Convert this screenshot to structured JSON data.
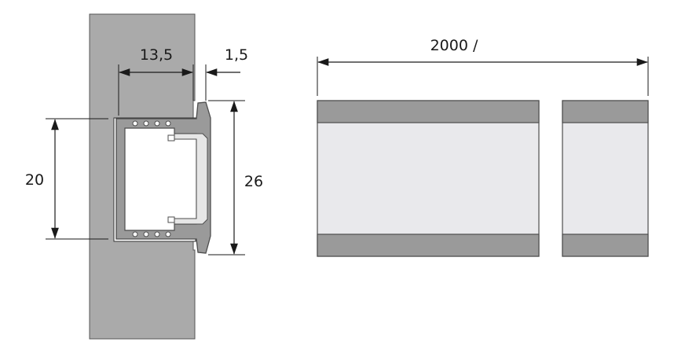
{
  "dimensions": {
    "depth": "13,5",
    "flange": "1,5",
    "inner_height": "20",
    "outer_height": "26",
    "length": "2000 /"
  },
  "colors": {
    "wall": "#aaaaaa",
    "profile_dark": "#999999",
    "profile_outline": "#555555",
    "profile_light": "#ebebeb",
    "diffuser": "#e9e9ec",
    "line": "#1a1a1a"
  }
}
